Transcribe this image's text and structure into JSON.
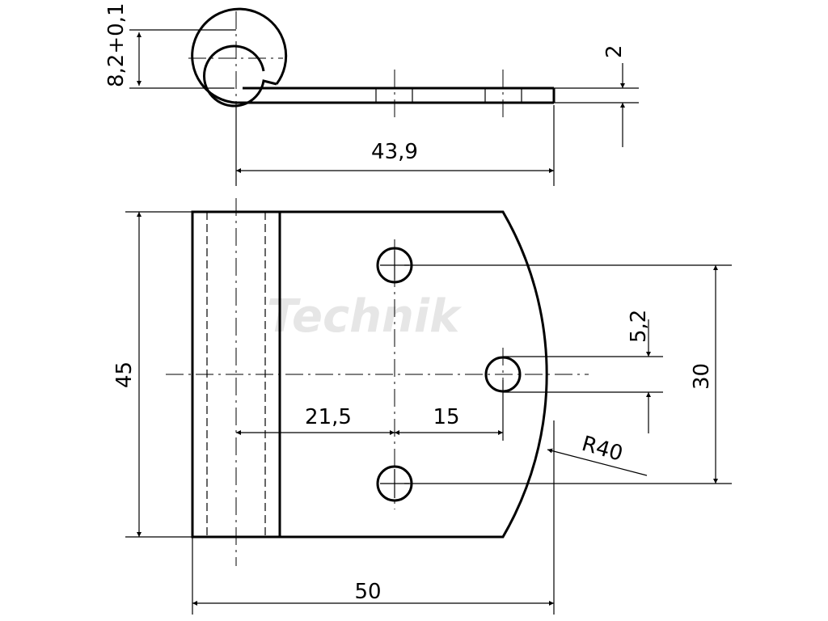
{
  "dimensions": {
    "bore": "8,2+0,1",
    "thickness": "2",
    "hinge_length": "43,9",
    "height": "45",
    "hole_offset": "21,5",
    "hole_spacing_x": "15",
    "hole_diameter": "5,2",
    "hole_span": "30",
    "radius": "R40",
    "width": "50"
  },
  "watermark": "Technik",
  "colors": {
    "line": "#000000",
    "background": "#ffffff",
    "watermark": "#e6e6e6"
  }
}
